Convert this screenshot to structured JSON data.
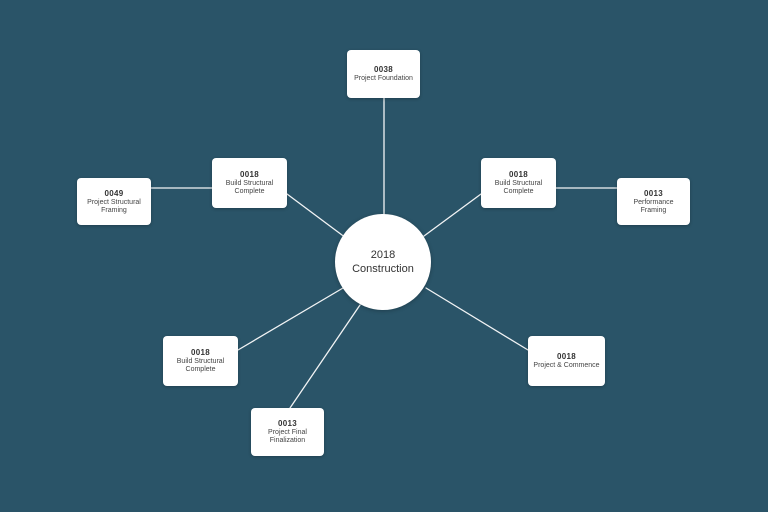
{
  "diagram": {
    "center": {
      "code": "2018",
      "label": "Construction"
    },
    "nodes": {
      "top": {
        "code": "0038",
        "label": "Project Foundation"
      },
      "upper_left": {
        "code": "0018",
        "label": "Build Structural Complete"
      },
      "upper_right": {
        "code": "0018",
        "label": "Build Structural Complete"
      },
      "far_left": {
        "code": "0049",
        "label": "Project Structural Framing"
      },
      "far_right": {
        "code": "0013",
        "label": "Performance Framing"
      },
      "lower_left": {
        "code": "0018",
        "label": "Build Structural Complete"
      },
      "lower_right": {
        "code": "0018",
        "label": "Project & Commence"
      },
      "bottom": {
        "code": "0013",
        "label": "Project Final Finalization"
      }
    }
  }
}
